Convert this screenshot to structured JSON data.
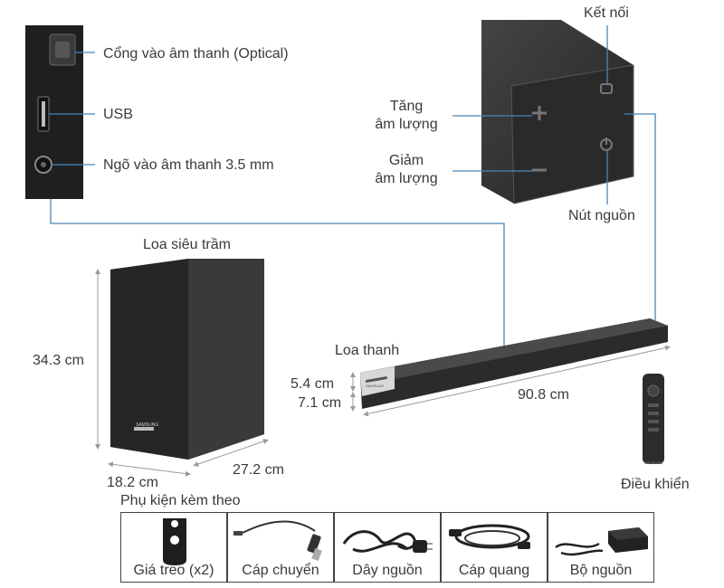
{
  "ports": {
    "optical": "Cổng vào âm thanh (Optical)",
    "usb": "USB",
    "aux": "Ngõ vào âm thanh 3.5 mm"
  },
  "controls": {
    "connect": "Kết nối",
    "volume_up_line1": "Tăng",
    "volume_up_line2": "âm lượng",
    "volume_down_line1": "Giảm",
    "volume_down_line2": "âm lượng",
    "power": "Nút nguồn"
  },
  "subwoofer": {
    "title": "Loa siêu trầm",
    "height": "34.3 cm",
    "width": "18.2 cm",
    "depth": "27.2 cm",
    "brand": "SAMSUNG"
  },
  "soundbar": {
    "title": "Loa thanh",
    "height": "5.4 cm",
    "depth": "7.1 cm",
    "length": "90.8 cm",
    "brand": "SAMSUNG"
  },
  "remote": {
    "title": "Điều khiển",
    "brand": "SAMSUNG"
  },
  "accessories": {
    "title": "Phụ kiện kèm theo",
    "items": [
      {
        "label": "Giá treo (x2)",
        "icon": "wall-bracket-icon"
      },
      {
        "label": "Cáp chuyển",
        "icon": "usb-adapter-cable-icon"
      },
      {
        "label": "Dây nguồn",
        "icon": "power-cord-icon"
      },
      {
        "label": "Cáp quang",
        "icon": "optical-cable-icon"
      },
      {
        "label": "Bộ nguồn",
        "icon": "power-adapter-icon"
      }
    ]
  },
  "colors": {
    "line_blue": "#4a86b8",
    "dim_grey": "#9a9a9a",
    "device_dark": "#2e2e2e"
  }
}
